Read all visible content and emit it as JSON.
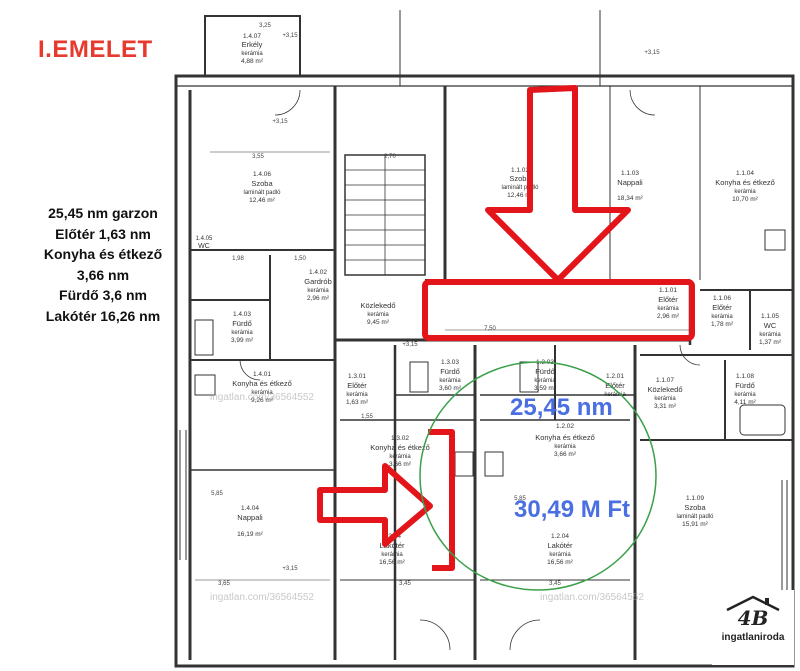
{
  "header": {
    "title": "I.EMELET"
  },
  "summary": {
    "lines": [
      "25,45 nm garzon",
      "Előtér 1,63 nm",
      "Konyha és étkező",
      "3,66 nm",
      "Fürdő 3,6 nm",
      "Lakótér 16,26 nm"
    ]
  },
  "highlight": {
    "area": "25,45 nm",
    "price": "30,49 M Ft",
    "arrow_color": "#e4141b",
    "text_color": "#4a6fe0"
  },
  "rooms": {
    "erkely": {
      "code": "1.4.07",
      "name": "Erkély",
      "sub": "kerámia",
      "area": "4,88 m²"
    },
    "szoba_left": {
      "code": "1.4.06",
      "name": "Szoba",
      "sub": "laminált padló",
      "area": "12,46 m²"
    },
    "wc_left": {
      "code": "1.4.05",
      "name": "WC",
      "sub": "",
      "area": ""
    },
    "gardrob": {
      "code": "1.4.02",
      "name": "Gardrób",
      "sub": "kerámia",
      "area": "2,96 m²"
    },
    "furdo_left": {
      "code": "1.4.03",
      "name": "Fürdő",
      "sub": "kerámia",
      "area": "3,99 m²"
    },
    "kozlekedo_mid": {
      "code": "",
      "name": "Közlekedő",
      "sub": "kerámia",
      "area": "9,45 m²"
    },
    "konyha_left": {
      "code": "1.4.01",
      "name": "Konyha és étkező",
      "sub": "kerámia",
      "area": "9,26 m²"
    },
    "nappali_left": {
      "code": "1.4.04",
      "name": "Nappali",
      "sub": "",
      "area": "16,19 m²"
    },
    "szoba_top": {
      "code": "1.1.02",
      "name": "Szoba",
      "sub": "laminált padló",
      "area": "12,46 m²"
    },
    "nappali_top": {
      "code": "1.1.03",
      "name": "Nappali",
      "sub": "",
      "area": "18,34 m²"
    },
    "konyha_top": {
      "code": "1.1.04",
      "name": "Konyha és étkező",
      "sub": "kerámia",
      "area": "10,70 m²"
    },
    "eloter_top": {
      "code": "1.1.01",
      "name": "Előtér",
      "sub": "kerámia",
      "area": "2,96 m²"
    },
    "eloter_right": {
      "code": "1.1.06",
      "name": "Előtér",
      "sub": "kerámia",
      "area": "1,78 m²"
    },
    "wc_right": {
      "code": "1.1.05",
      "name": "WC",
      "sub": "kerámia",
      "area": "1,37 m²"
    },
    "eloter_3": {
      "code": "1.3.01",
      "name": "Előtér",
      "sub": "kerámia",
      "area": "1,63 m²"
    },
    "furdo_3": {
      "code": "1.3.03",
      "name": "Fürdő",
      "sub": "kerámia",
      "area": "3,60 m²"
    },
    "furdo_2": {
      "code": "1.2.03",
      "name": "Fürdő",
      "sub": "kerámia",
      "area": "3,59 m²"
    },
    "eloter_2": {
      "code": "1.2.01",
      "name": "Előtér",
      "sub": "kerámia",
      "area": ""
    },
    "kozlekedo_right": {
      "code": "1.1.07",
      "name": "Közlekedő",
      "sub": "kerámia",
      "area": "3,31 m²"
    },
    "furdo_right": {
      "code": "1.1.08",
      "name": "Fürdő",
      "sub": "kerámia",
      "area": "4,11 m²"
    },
    "konyha_3": {
      "code": "1.3.02",
      "name": "Konyha és étkező",
      "sub": "kerámia",
      "area": "3,66 m²"
    },
    "konyha_2": {
      "code": "1.2.02",
      "name": "Konyha és étkező",
      "sub": "kerámia",
      "area": "3,66 m²"
    },
    "lakoter_3": {
      "code": "1.3.04",
      "name": "Lakótér",
      "sub": "kerámia",
      "area": "16,56 m²"
    },
    "lakoter_2": {
      "code": "1.2.04",
      "name": "Lakótér",
      "sub": "kerámia",
      "area": "16,56 m²"
    },
    "szoba_right": {
      "code": "1.1.09",
      "name": "Szoba",
      "sub": "laminált padló",
      "area": "15,91 m²"
    }
  },
  "dimensions": [
    "3,25",
    "3,55",
    "2,70",
    "7,50",
    "3,65",
    "3,45",
    "3,45",
    "5,85",
    "5,85",
    "1,55",
    "1,98",
    "1,50",
    "+3,15"
  ],
  "watermarks": [
    "ingatlan.com/36564552",
    "ingatlan.com/36564552",
    "ingatlan.com/36564552"
  ],
  "logo": {
    "mark": "4B",
    "name": "ingatlaniroda"
  }
}
